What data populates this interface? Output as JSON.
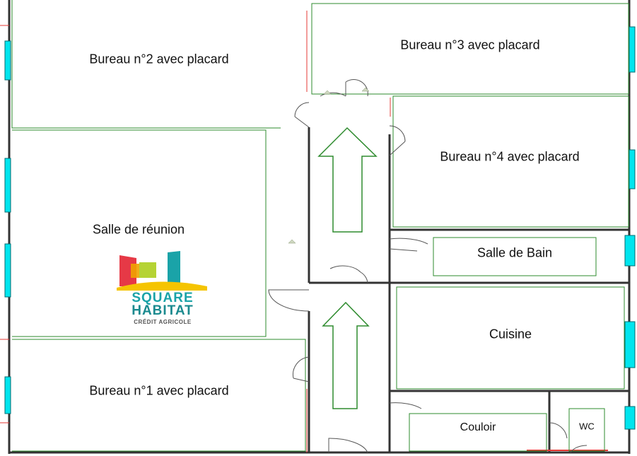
{
  "rooms": {
    "bureau2": "Bureau n°2 avec placard",
    "bureau3": "Bureau n°3 avec placard",
    "bureau4": "Bureau n°4 avec placard",
    "reunion": "Salle de réunion",
    "bain": "Salle de Bain",
    "cuisine": "Cuisine",
    "bureau1": "Bureau n°1 avec placard",
    "couloir": "Couloir",
    "wc": "WC"
  },
  "logo": {
    "line1": "SQUARE",
    "line2": "HABITAT",
    "line3": "CRÉDIT AGRICOLE"
  },
  "colors": {
    "wall": "#333333",
    "room_outline": "#2e8b2e",
    "window": "#00e5ee",
    "accent_red": "#e53935",
    "arrow": "#2e8b2e",
    "logo_red": "#e63946",
    "logo_teal": "#1aa3a8",
    "logo_lime": "#b5d334",
    "logo_yellow": "#f5c400"
  }
}
